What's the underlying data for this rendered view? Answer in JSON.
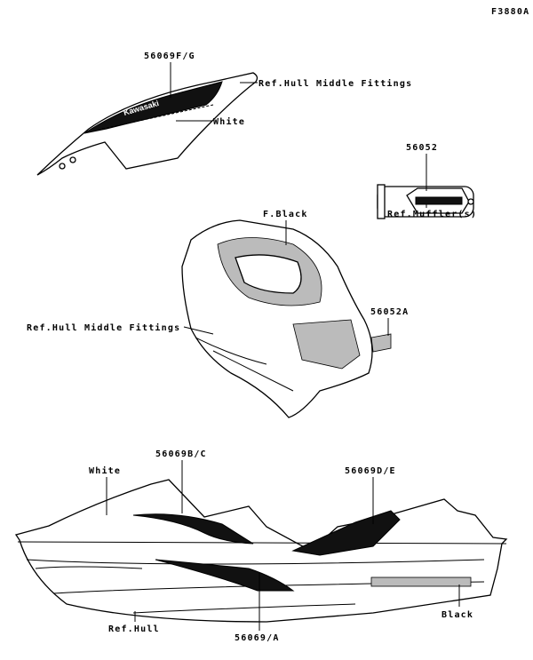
{
  "figure_code": "F3880A",
  "top_decal": {
    "part_number": "56069F/G",
    "ref_label": "Ref.Hull Middle Fittings",
    "color_label": "White",
    "logo_text": "Kawasaki"
  },
  "muffler": {
    "part_number": "56052",
    "ref_label": "Ref.Muffler(s)"
  },
  "middle_fittings": {
    "color_label": "F.Black",
    "part_number": "56052A",
    "ref_label": "Ref.Hull Middle Fittings"
  },
  "hull": {
    "color_label_white": "White",
    "part_number_bc": "56069B/C",
    "part_number_de": "56069D/E",
    "color_label_black": "Black",
    "ref_label": "Ref.Hull",
    "part_number_a": "56069/A"
  }
}
